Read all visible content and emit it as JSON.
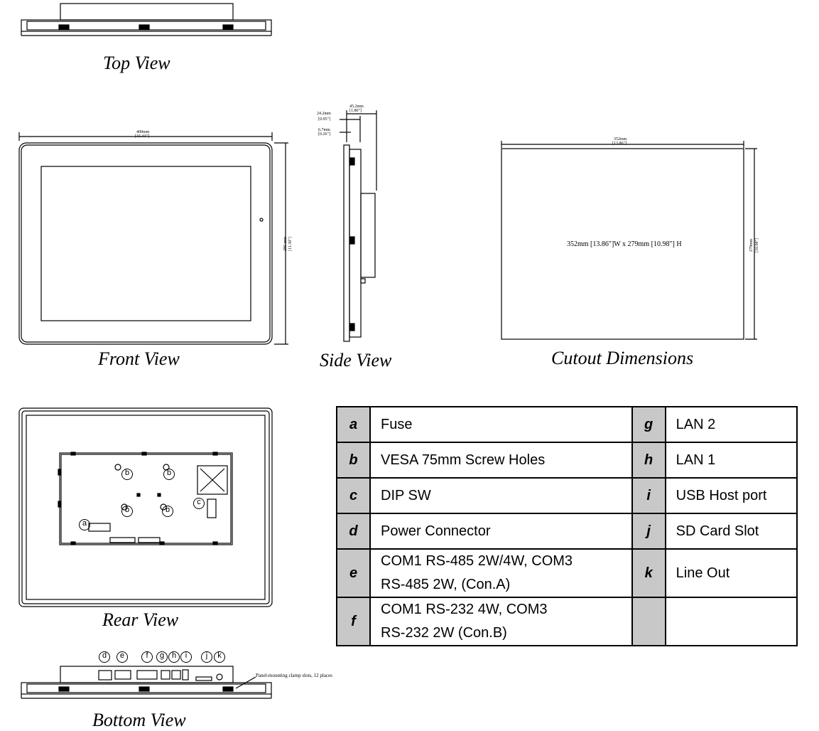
{
  "views": {
    "top": "Top View",
    "front": "Front View",
    "side": "Side View",
    "cutout": "Cutout Dimensions",
    "rear": "Rear View",
    "bottom": "Bottom View"
  },
  "dimensions": {
    "front_width_mm": "400mm",
    "front_width_in": "[15.43\"]",
    "front_height_mm": "286 mm",
    "front_height_in": "[11.30\"]",
    "side_depth_total_mm": "45.2mm",
    "side_depth_total_in": "[1.80\"]",
    "side_depth_a_mm": "24.2mm",
    "side_depth_a_in": "[0.95\"]",
    "side_depth_b_mm": "6.7mm",
    "side_depth_b_in": "[0.26\"]",
    "cutout_width_mm": "352mm",
    "cutout_width_in": "[13.86\"]",
    "cutout_height_mm": "279mm",
    "cutout_height_in": "[10.98\"]",
    "cutout_label": "352mm [13.86\"]W x 279mm [10.98\"] H"
  },
  "rear_callouts": [
    "a",
    "b",
    "b",
    "b",
    "b",
    "c"
  ],
  "bottom_callouts": [
    "d",
    "e",
    "f",
    "g",
    "h",
    "i",
    "j",
    "k"
  ],
  "bottom_note": "Panel-mounting clamp slots, 12 places",
  "legend": {
    "rows": [
      {
        "k1": "a",
        "v1": "Fuse",
        "k2": "g",
        "v2": "LAN 2"
      },
      {
        "k1": "b",
        "v1": "VESA 75mm Screw Holes",
        "k2": "h",
        "v2": "LAN 1"
      },
      {
        "k1": "c",
        "v1": "DIP SW",
        "k2": "i",
        "v2": "USB Host port"
      },
      {
        "k1": "d",
        "v1": "Power Connector",
        "k2": "j",
        "v2": "SD Card Slot"
      },
      {
        "k1": "e",
        "v1": "COM1 RS-485 2W/4W, COM3",
        "v1b": "RS-485 2W, (Con.A)",
        "k2": "k",
        "v2": "Line Out"
      },
      {
        "k1": "f",
        "v1": "COM1 RS-232 4W, COM3",
        "v1b": "RS-232 2W (Con.B)",
        "k2": "",
        "v2": ""
      }
    ]
  }
}
